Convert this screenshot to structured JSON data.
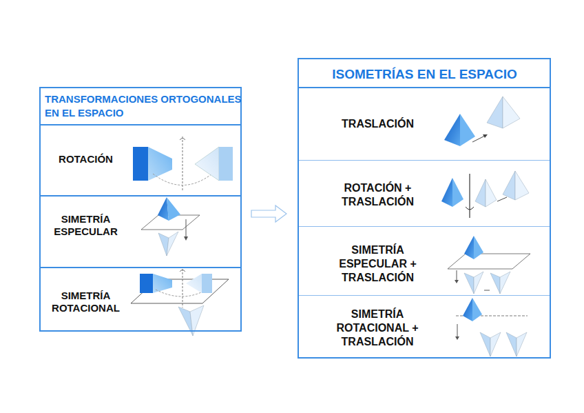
{
  "diagram": {
    "nodes": [
      {
        "text": [
          "TRANSFORMACIONES ORTOGONALES EN EL ESPACIO"
        ]
      },
      {
        "text": [
          "ROTACIÓN"
        ],
        "in": 0
      },
      {
        "text": [
          "SIMETRÍA ESPECULAR"
        ],
        "in": 0
      },
      {
        "text": [
          "SIMETRÍA ROTACIONAL"
        ],
        "in": 0
      },
      {
        "text": [
          "ISOMETRÍAS EN EL ESPACIO"
        ]
      },
      {
        "text": [
          "TRASLACIÓN"
        ],
        "in": 4
      },
      {
        "text": [
          "ROTACIÓN + TRASLACIÓN"
        ],
        "in": 4
      },
      {
        "text": [
          "SIMETRÍA ESPECULAR + TRASLACIÓN"
        ],
        "in": 4
      },
      {
        "text": [
          "SIMETRÍA ROTACIONAL + TRASLACIÓN"
        ],
        "in": 4
      }
    ],
    "edges": [
      {
        "from": 0,
        "to": 4,
        "arrow": "to"
      }
    ]
  }
}
